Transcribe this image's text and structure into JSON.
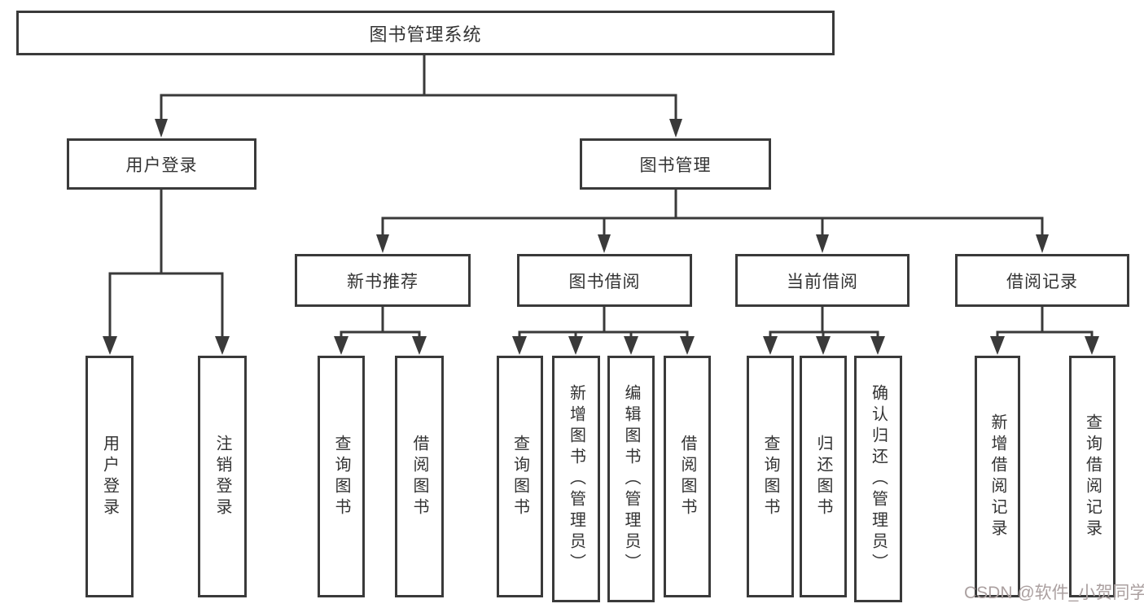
{
  "tree": {
    "root": {
      "label": "图书管理系统"
    },
    "branches": [
      {
        "label": "用户登录",
        "children": [
          {
            "label": "用户登录"
          },
          {
            "label": "注销登录"
          }
        ]
      },
      {
        "label": "图书管理",
        "groups": [
          {
            "label": "新书推荐",
            "children": [
              {
                "label": "查询图书"
              },
              {
                "label": "借阅图书"
              }
            ]
          },
          {
            "label": "图书借阅",
            "children": [
              {
                "label": "查询图书"
              },
              {
                "label": "新增图书（管理员）"
              },
              {
                "label": "编辑图书（管理员）"
              },
              {
                "label": "借阅图书"
              }
            ]
          },
          {
            "label": "当前借阅",
            "children": [
              {
                "label": "查询图书"
              },
              {
                "label": "归还图书"
              },
              {
                "label": "确认归还（管理员）"
              }
            ]
          },
          {
            "label": "借阅记录",
            "children": [
              {
                "label": "新增借阅记录"
              },
              {
                "label": "查询借阅记录"
              }
            ]
          }
        ]
      }
    ]
  },
  "watermark": {
    "text": "CSDN @软件_小贺同学",
    "color": "#aba0a0"
  },
  "colors": {
    "line": "#3a3a3a",
    "text": "#333333",
    "background": "#ffffff"
  }
}
